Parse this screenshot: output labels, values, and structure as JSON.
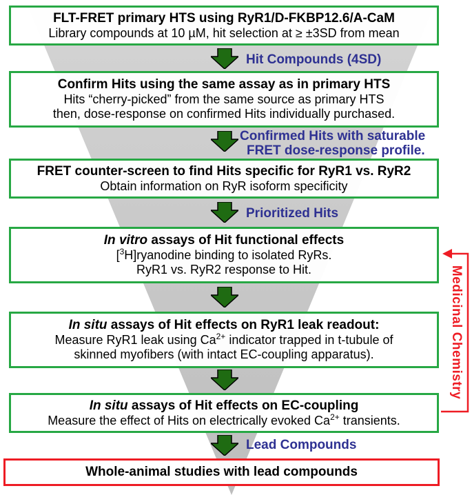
{
  "boxes": [
    {
      "id": "primary-hts",
      "title": "FLT-FRET primary HTS using RyR1/D-FKBP12.6/A-CaM",
      "lines": [
        "Library compounds at 10 µM, hit selection at ≥ ±3SD from mean"
      ]
    },
    {
      "id": "confirm-hits",
      "title": "Confirm Hits using the same assay as in primary HTS",
      "lines": [
        "Hits “cherry-picked” from the same source as primary HTS",
        "then, dose-response on confirmed Hits individually purchased."
      ]
    },
    {
      "id": "counter-screen",
      "title": "FRET counter-screen to find Hits specific for RyR1 vs. RyR2",
      "lines": [
        "Obtain information on RyR isoform specificity"
      ]
    },
    {
      "id": "in-vitro",
      "title_italic": "In vitro",
      "title_rest": " assays of Hit functional effects",
      "line1_sup": "3",
      "line1_pre": "[",
      "line1_post": "H]ryanodine binding to isolated RyRs.",
      "line2": "RyR1 vs. RyR2 response to Hit."
    },
    {
      "id": "in-situ-leak",
      "title_italic": "In situ",
      "title_rest": " assays of Hit effects on RyR1 leak readout:",
      "line1_pre": "Measure RyR1 leak using Ca",
      "line1_sup": "2+",
      "line1_post": " indicator trapped in t-tubule of",
      "line2": "skinned myofibers (with intact EC-coupling apparatus)."
    },
    {
      "id": "in-situ-ec",
      "title_italic": "In situ",
      "title_rest": " assays of Hit effects on EC-coupling",
      "line1_pre": "Measure the effect of Hits on electrically evoked Ca",
      "line1_sup": "2+",
      "line1_post": " transients."
    },
    {
      "id": "whole-animal",
      "title": "Whole-animal studies with lead compounds"
    }
  ],
  "arrow_labels": {
    "hit_compounds": "Hit Compounds (4SD)",
    "confirmed_1": "Confirmed Hits with saturable",
    "confirmed_2": "FRET dose-response profile.",
    "prioritized": "Prioritized Hits",
    "lead": "Lead Compounds"
  },
  "side_label": "Medicinal Chemistry",
  "colors": {
    "green_border": "#27a844",
    "red": "#ee1c24",
    "label_blue": "#2e3192",
    "arrow_fill": "#1f6b12",
    "funnel": "#c9c9c9"
  }
}
